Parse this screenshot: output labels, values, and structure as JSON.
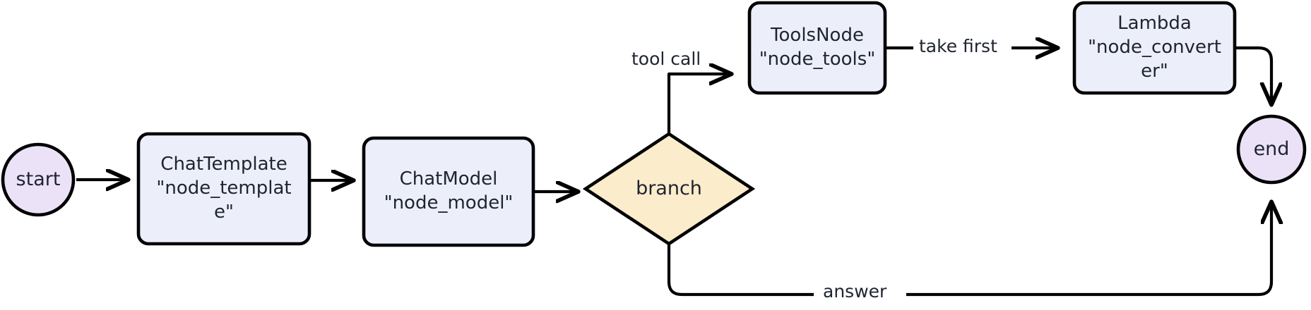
{
  "diagram": {
    "type": "flowchart",
    "orientation": "left-to-right",
    "title": "",
    "background_color": "#ffffff",
    "palette": {
      "terminal_fill": "#ece2f7",
      "terminal_stroke": "#000000",
      "process_fill": "#eceffa",
      "process_stroke": "#000000",
      "decision_fill": "#fbeccb",
      "decision_stroke": "#000000",
      "edge_stroke": "#000000",
      "text_color": "#1f2430"
    },
    "nodes": [
      {
        "id": "start",
        "shape": "circle",
        "label": "start",
        "lines": [
          "start"
        ],
        "fill": "#ece2f7"
      },
      {
        "id": "node_template",
        "shape": "rounded-rect",
        "label": "ChatTemplate \"node_template\"",
        "lines": [
          "ChatTemplate",
          "\"node_templat",
          "e\""
        ],
        "fill": "#eceffa"
      },
      {
        "id": "node_model",
        "shape": "rounded-rect",
        "label": "ChatModel \"node_model\"",
        "lines": [
          "ChatModel",
          "\"node_model\""
        ],
        "fill": "#eceffa"
      },
      {
        "id": "branch",
        "shape": "diamond",
        "label": "branch",
        "lines": [
          "branch"
        ],
        "fill": "#fbeccb"
      },
      {
        "id": "node_tools",
        "shape": "rounded-rect",
        "label": "ToolsNode \"node_tools\"",
        "lines": [
          "ToolsNode",
          "\"node_tools\""
        ],
        "fill": "#eceffa"
      },
      {
        "id": "node_converter",
        "shape": "rounded-rect",
        "label": "Lambda \"node_converter\"",
        "lines": [
          "Lambda",
          "\"node_convert",
          "er\""
        ],
        "fill": "#eceffa"
      },
      {
        "id": "end",
        "shape": "circle",
        "label": "end",
        "lines": [
          "end"
        ],
        "fill": "#ece2f7"
      }
    ],
    "edges": [
      {
        "id": "e1",
        "from": "start",
        "to": "node_template",
        "label": ""
      },
      {
        "id": "e2",
        "from": "node_template",
        "to": "node_model",
        "label": ""
      },
      {
        "id": "e3",
        "from": "node_model",
        "to": "branch",
        "label": ""
      },
      {
        "id": "e4",
        "from": "branch",
        "to": "node_tools",
        "label": "tool call"
      },
      {
        "id": "e5",
        "from": "node_tools",
        "to": "node_converter",
        "label": "take first"
      },
      {
        "id": "e6",
        "from": "node_converter",
        "to": "end",
        "label": ""
      },
      {
        "id": "e7",
        "from": "branch",
        "to": "end",
        "label": "answer"
      }
    ]
  }
}
